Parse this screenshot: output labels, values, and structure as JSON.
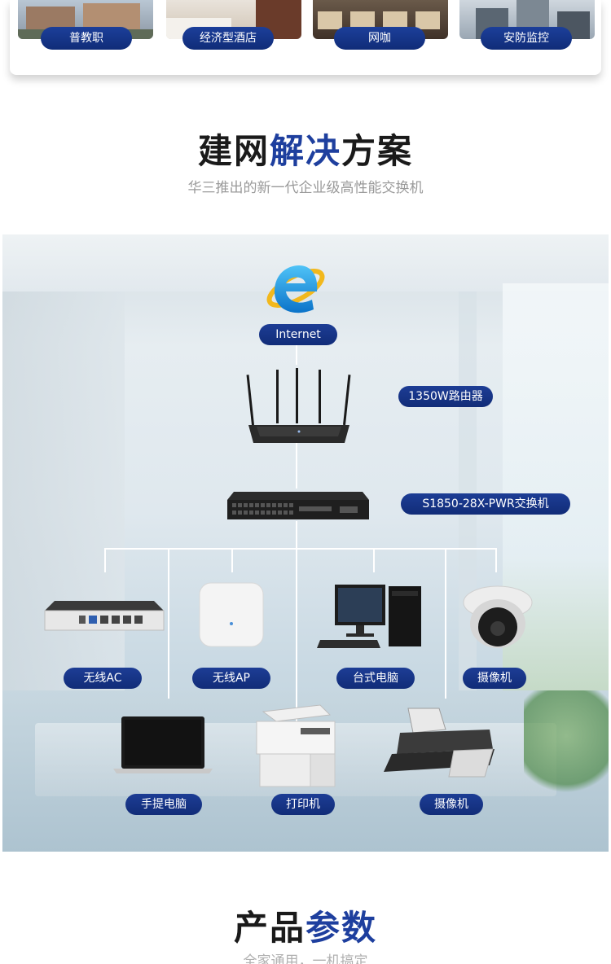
{
  "scenarios": [
    {
      "label": "普教职"
    },
    {
      "label": "经济型酒店"
    },
    {
      "label": "网咖"
    },
    {
      "label": "安防监控"
    }
  ],
  "solution": {
    "title_part1": "建网",
    "title_part2": "解决",
    "title_part3": "方案",
    "subtitle": "华三推出的新一代企业级高性能交换机"
  },
  "diagram": {
    "internet": "Internet",
    "router": "1350W路由器",
    "switch": "S1850-28X-PWR交换机",
    "row1": [
      {
        "label": "无线AC",
        "icon": "wireless-ac-controller"
      },
      {
        "label": "无线AP",
        "icon": "ceiling-access-point"
      },
      {
        "label": "台式电脑",
        "icon": "desktop-computer"
      },
      {
        "label": "摄像机",
        "icon": "dome-camera"
      }
    ],
    "row2": [
      {
        "label": "手提电脑",
        "icon": "laptop"
      },
      {
        "label": "打印机",
        "icon": "office-printer"
      },
      {
        "label": "摄像机",
        "icon": "scanner-printer"
      }
    ]
  },
  "params": {
    "title_part1": "产品",
    "title_part2": "参数",
    "subtitle": "全家通用，一机搞定"
  },
  "colors": {
    "accent": "#1e3f9e",
    "pill": "#132f7d"
  }
}
